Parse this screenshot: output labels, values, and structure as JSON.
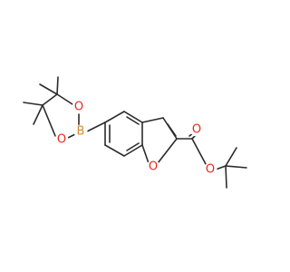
{
  "molecule": {
    "colors": {
      "bond": "#2b2b2b",
      "oxygen": "#e8281c",
      "boron": "#d38b2e"
    },
    "atoms": [
      {
        "id": "o_ester_carbonyl",
        "label": "O",
        "element": "O"
      },
      {
        "id": "o_ester_single",
        "label": "O",
        "element": "O"
      },
      {
        "id": "o_furan",
        "label": "O",
        "element": "O"
      },
      {
        "id": "boron",
        "label": "B",
        "element": "B"
      },
      {
        "id": "o_boronate_upper",
        "label": "O",
        "element": "O"
      },
      {
        "id": "o_boronate_lower",
        "label": "O",
        "element": "O"
      }
    ]
  }
}
